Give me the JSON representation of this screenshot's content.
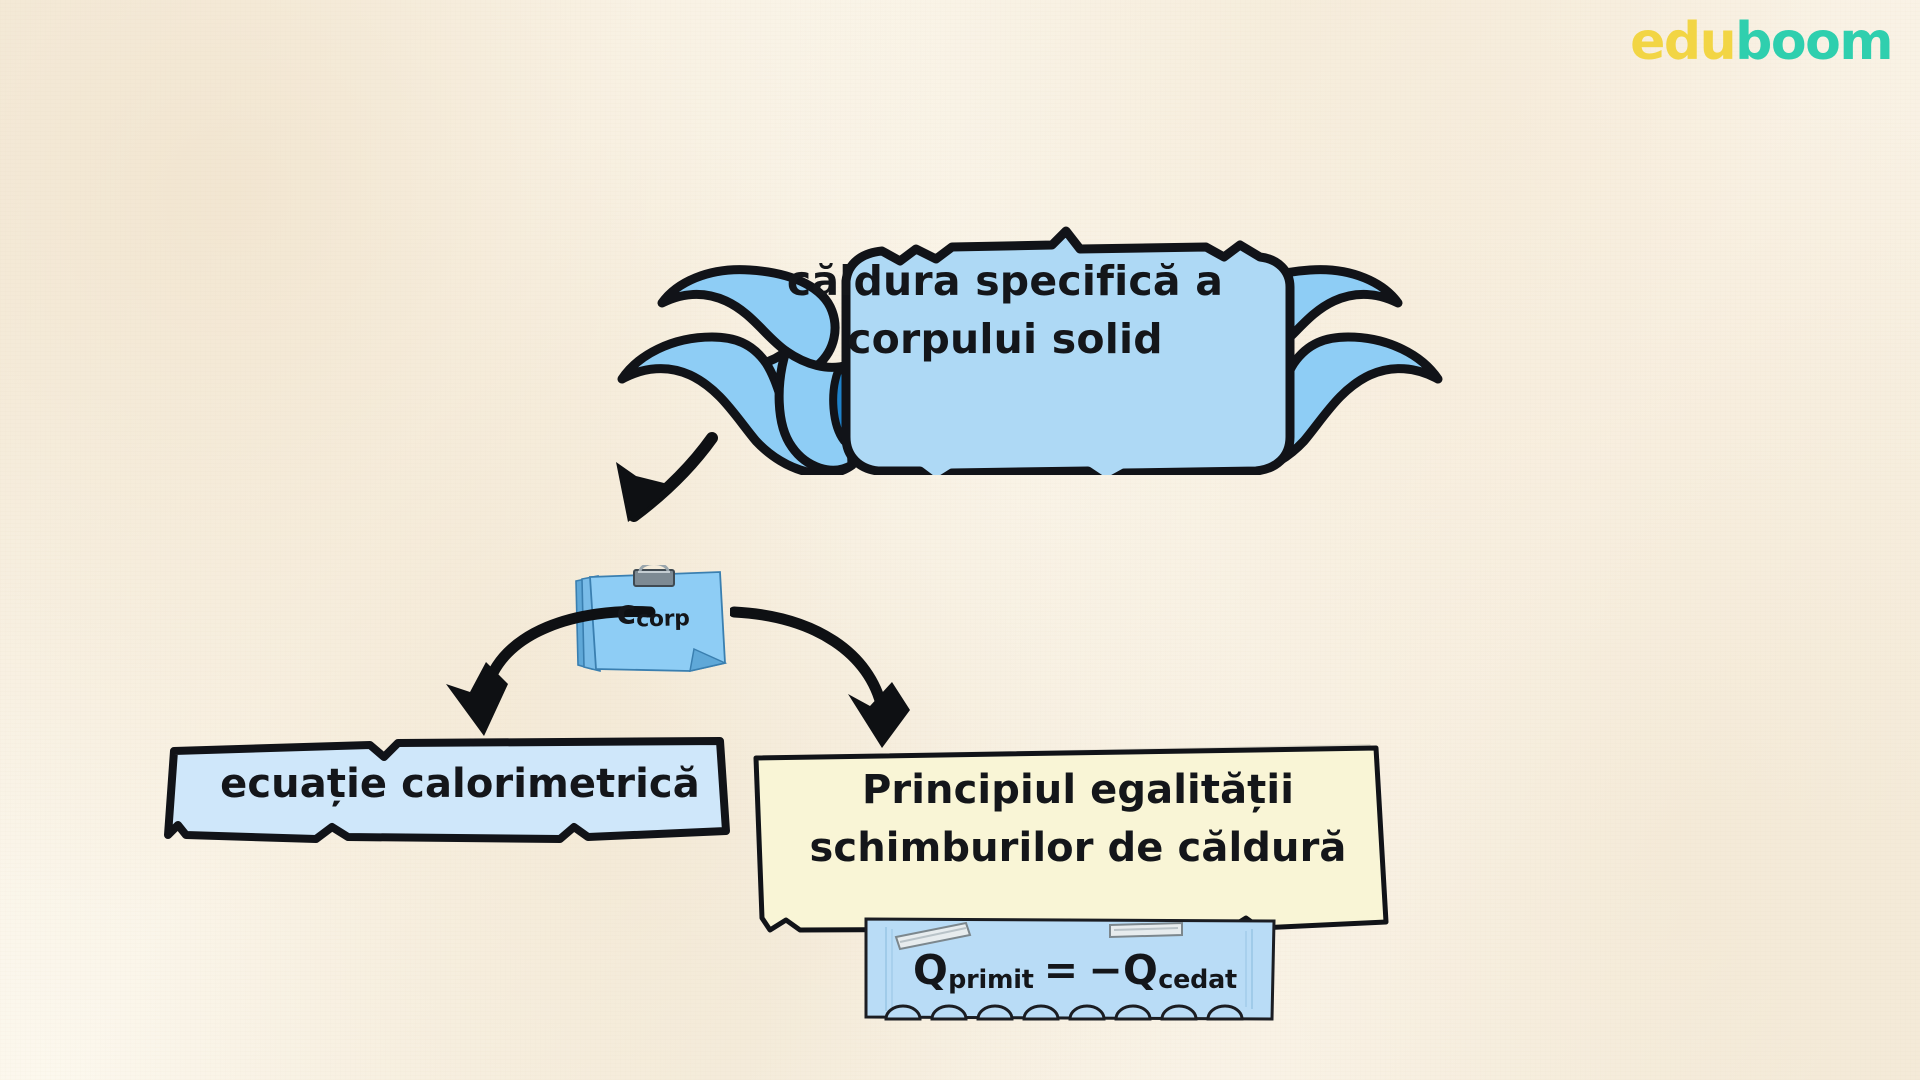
{
  "brand": {
    "name_part1": "edu",
    "name_part2": "boom",
    "color_part1": "#f2d544",
    "color_part2": "#2fcfae"
  },
  "canvas": {
    "background_color": "#faf5e9",
    "ink_color": "#14161a"
  },
  "banner": {
    "line1": "căldura specifică a",
    "line2": "corpului solid",
    "fill_color": "#aed9f5",
    "fold_color": "#1f82ca",
    "outline_color": "#111318"
  },
  "note": {
    "symbol": "c",
    "subscript": "corp",
    "fill_color": "#8ecdf5",
    "clip_color": "#8e9aa3"
  },
  "blue_box": {
    "label": "ecuație calorimetrică",
    "fill_color": "#cfe7fa",
    "outline_color": "#111318"
  },
  "yellow_box": {
    "line1": "Principiul egalității",
    "line2": "schimburilor de căldură",
    "fill_color": "#f9f5d6",
    "outline_color": "#111318"
  },
  "formula_note": {
    "left_symbol": "Q",
    "left_subscript": "primit",
    "operator": "=",
    "sign": "−",
    "right_symbol": "Q",
    "right_subscript": "cedat",
    "fill_color": "#b9dcf6",
    "tape_color": "#dfe4e6"
  },
  "arrows": {
    "banner_to_note": "curved-arrow-down-left",
    "note_to_blue_box": "curved-arrow-down-left",
    "note_to_yellow_box": "curved-arrow-down-right",
    "color": "#0e1013"
  }
}
